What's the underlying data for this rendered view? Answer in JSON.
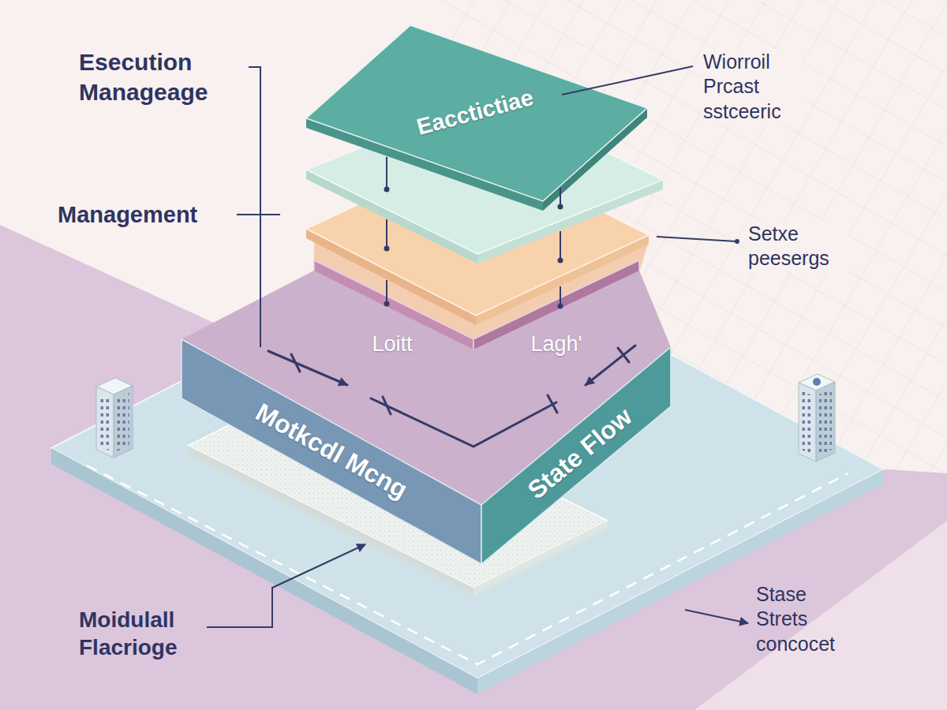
{
  "diagram": {
    "nodes": [
      {
        "text": [
          "Eacctictiae"
        ]
      },
      {
        "text": [
          "Loitt",
          "Lagh'"
        ]
      },
      {
        "text": [
          "Motkcdl Mcng",
          "State Flow"
        ]
      }
    ],
    "labels": [
      "Esecution Manageage",
      "Wiorroil Prcast sstceeric",
      "Management",
      "Setxe peesergs",
      "Moidulall Flacrioge",
      "Stase Strets concocet"
    ]
  }
}
